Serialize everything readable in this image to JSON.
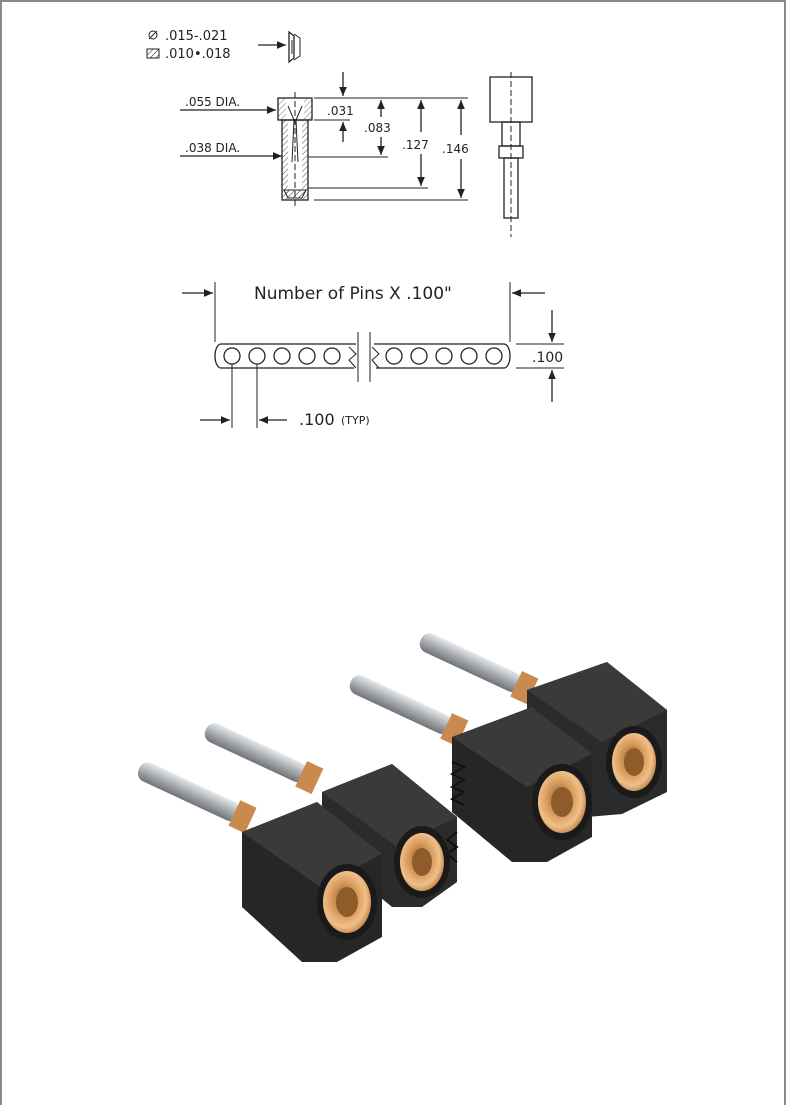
{
  "drawing": {
    "legend": {
      "round_symbol_icon": "circle-slash-icon",
      "round_range": ".015-.021",
      "square_symbol_icon": "hatched-square-icon",
      "square_range": ".010•.018"
    },
    "side_view": {
      "dia_top": ".055 DIA.",
      "dia_bottom": ".038 DIA.",
      "dim_031": ".031",
      "dim_083": ".083",
      "dim_127": ".127",
      "dim_146": ".146"
    },
    "strip_view": {
      "length_label": "Number of Pins X .100\"",
      "height_label": ".100",
      "pitch_label": ".100",
      "pitch_note": "(TYP)"
    }
  },
  "photo": {
    "description_icon": "connector-render-icon"
  },
  "colors": {
    "line": "#222222",
    "housing": "#2b2b2b",
    "bronze": "#c98a4e",
    "pin": "#b8bcc0"
  }
}
